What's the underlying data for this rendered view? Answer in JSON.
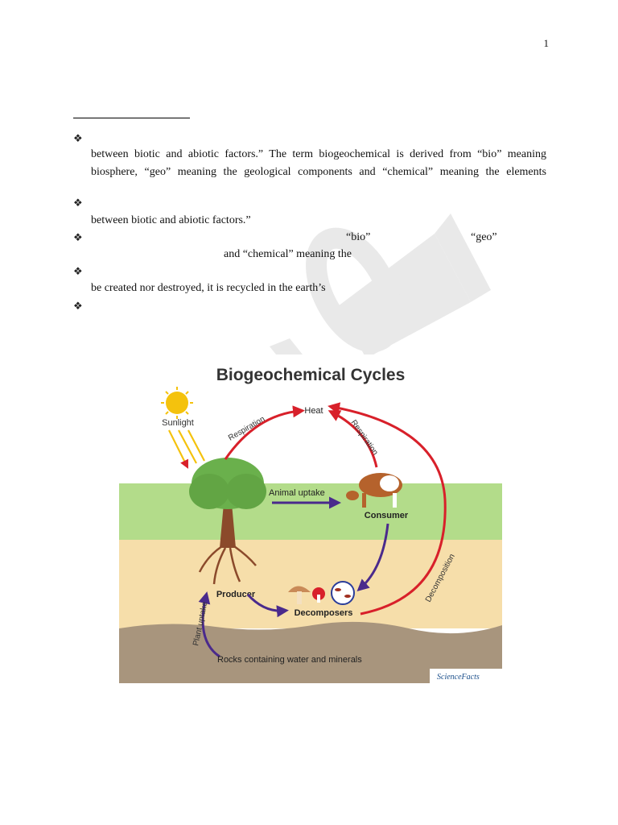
{
  "page": {
    "number": "1"
  },
  "bullets": [
    "❖",
    "❖",
    "❖",
    "❖",
    "❖"
  ],
  "text": {
    "b1_line1": "between biotic and abiotic factors.” The term biogeochemical is derived from “bio” meaning",
    "b1_line2": "biosphere, “geo” meaning the geological components and “chemical” meaning the elements",
    "b2_line1": "between biotic and abiotic factors.”",
    "b3_bio": "“bio”",
    "b3_geo": "“geo”",
    "b3_line2": "and “chemical” meaning the",
    "b4_line1": "be created nor destroyed, it is recycled in the earth’s"
  },
  "figure": {
    "title": "Biogeochemical Cycles",
    "labels": {
      "sunlight": "Sunlight",
      "heat": "Heat",
      "respiration_left": "Respiration",
      "respiration_right": "Respiration",
      "animal_uptake": "Animal uptake",
      "consumer": "Consumer",
      "producer": "Producer",
      "decomposers": "Decomposers",
      "decomposition": "Decomposition",
      "plant_uptake": "Plant uptake",
      "rocks": "Rocks containing water and minerals",
      "credit": "ScienceFacts"
    },
    "colors": {
      "sky": "#ffffff",
      "grass": "#b3dc8a",
      "soil": "#f6deaa",
      "rock": "#a8957d",
      "red_arrow": "#d8202a",
      "purple_arrow": "#4a2a8c",
      "sun": "#f4c20d",
      "tree": "#6ab04c",
      "trunk": "#8b4a2b"
    }
  }
}
